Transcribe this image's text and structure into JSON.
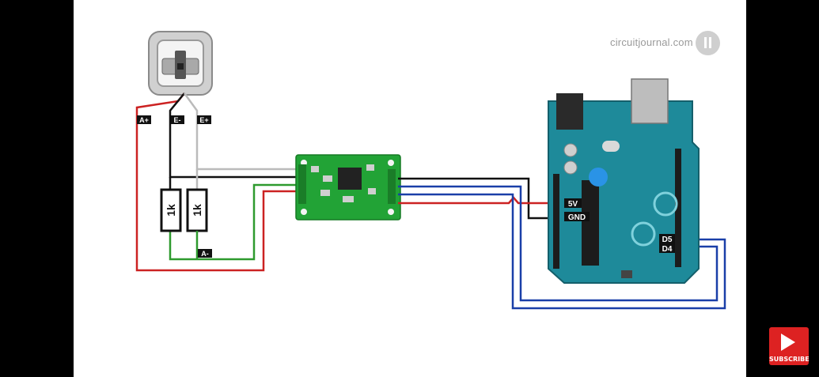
{
  "watermark": {
    "text": "circuitjournal.com"
  },
  "wire_labels": {
    "a_plus": "A+",
    "e_minus": "E-",
    "e_plus": "E+",
    "a_minus": "A-"
  },
  "resistors": [
    "1k",
    "1k"
  ],
  "arduino_pins": {
    "five_v": "5V",
    "gnd": "GND",
    "d5": "D5",
    "d4": "D4"
  },
  "subscribe": {
    "label": "SUBSCRIBE",
    "icon": "play-icon"
  },
  "colors": {
    "red_wire": "#cc2222",
    "black_wire": "#111111",
    "white_wire": "#bbbbbb",
    "green_wire": "#2e9a2e",
    "blue_wire": "#1a3fa8",
    "hx711_board": "#22a336",
    "arduino_board": "#1e8a9a"
  }
}
